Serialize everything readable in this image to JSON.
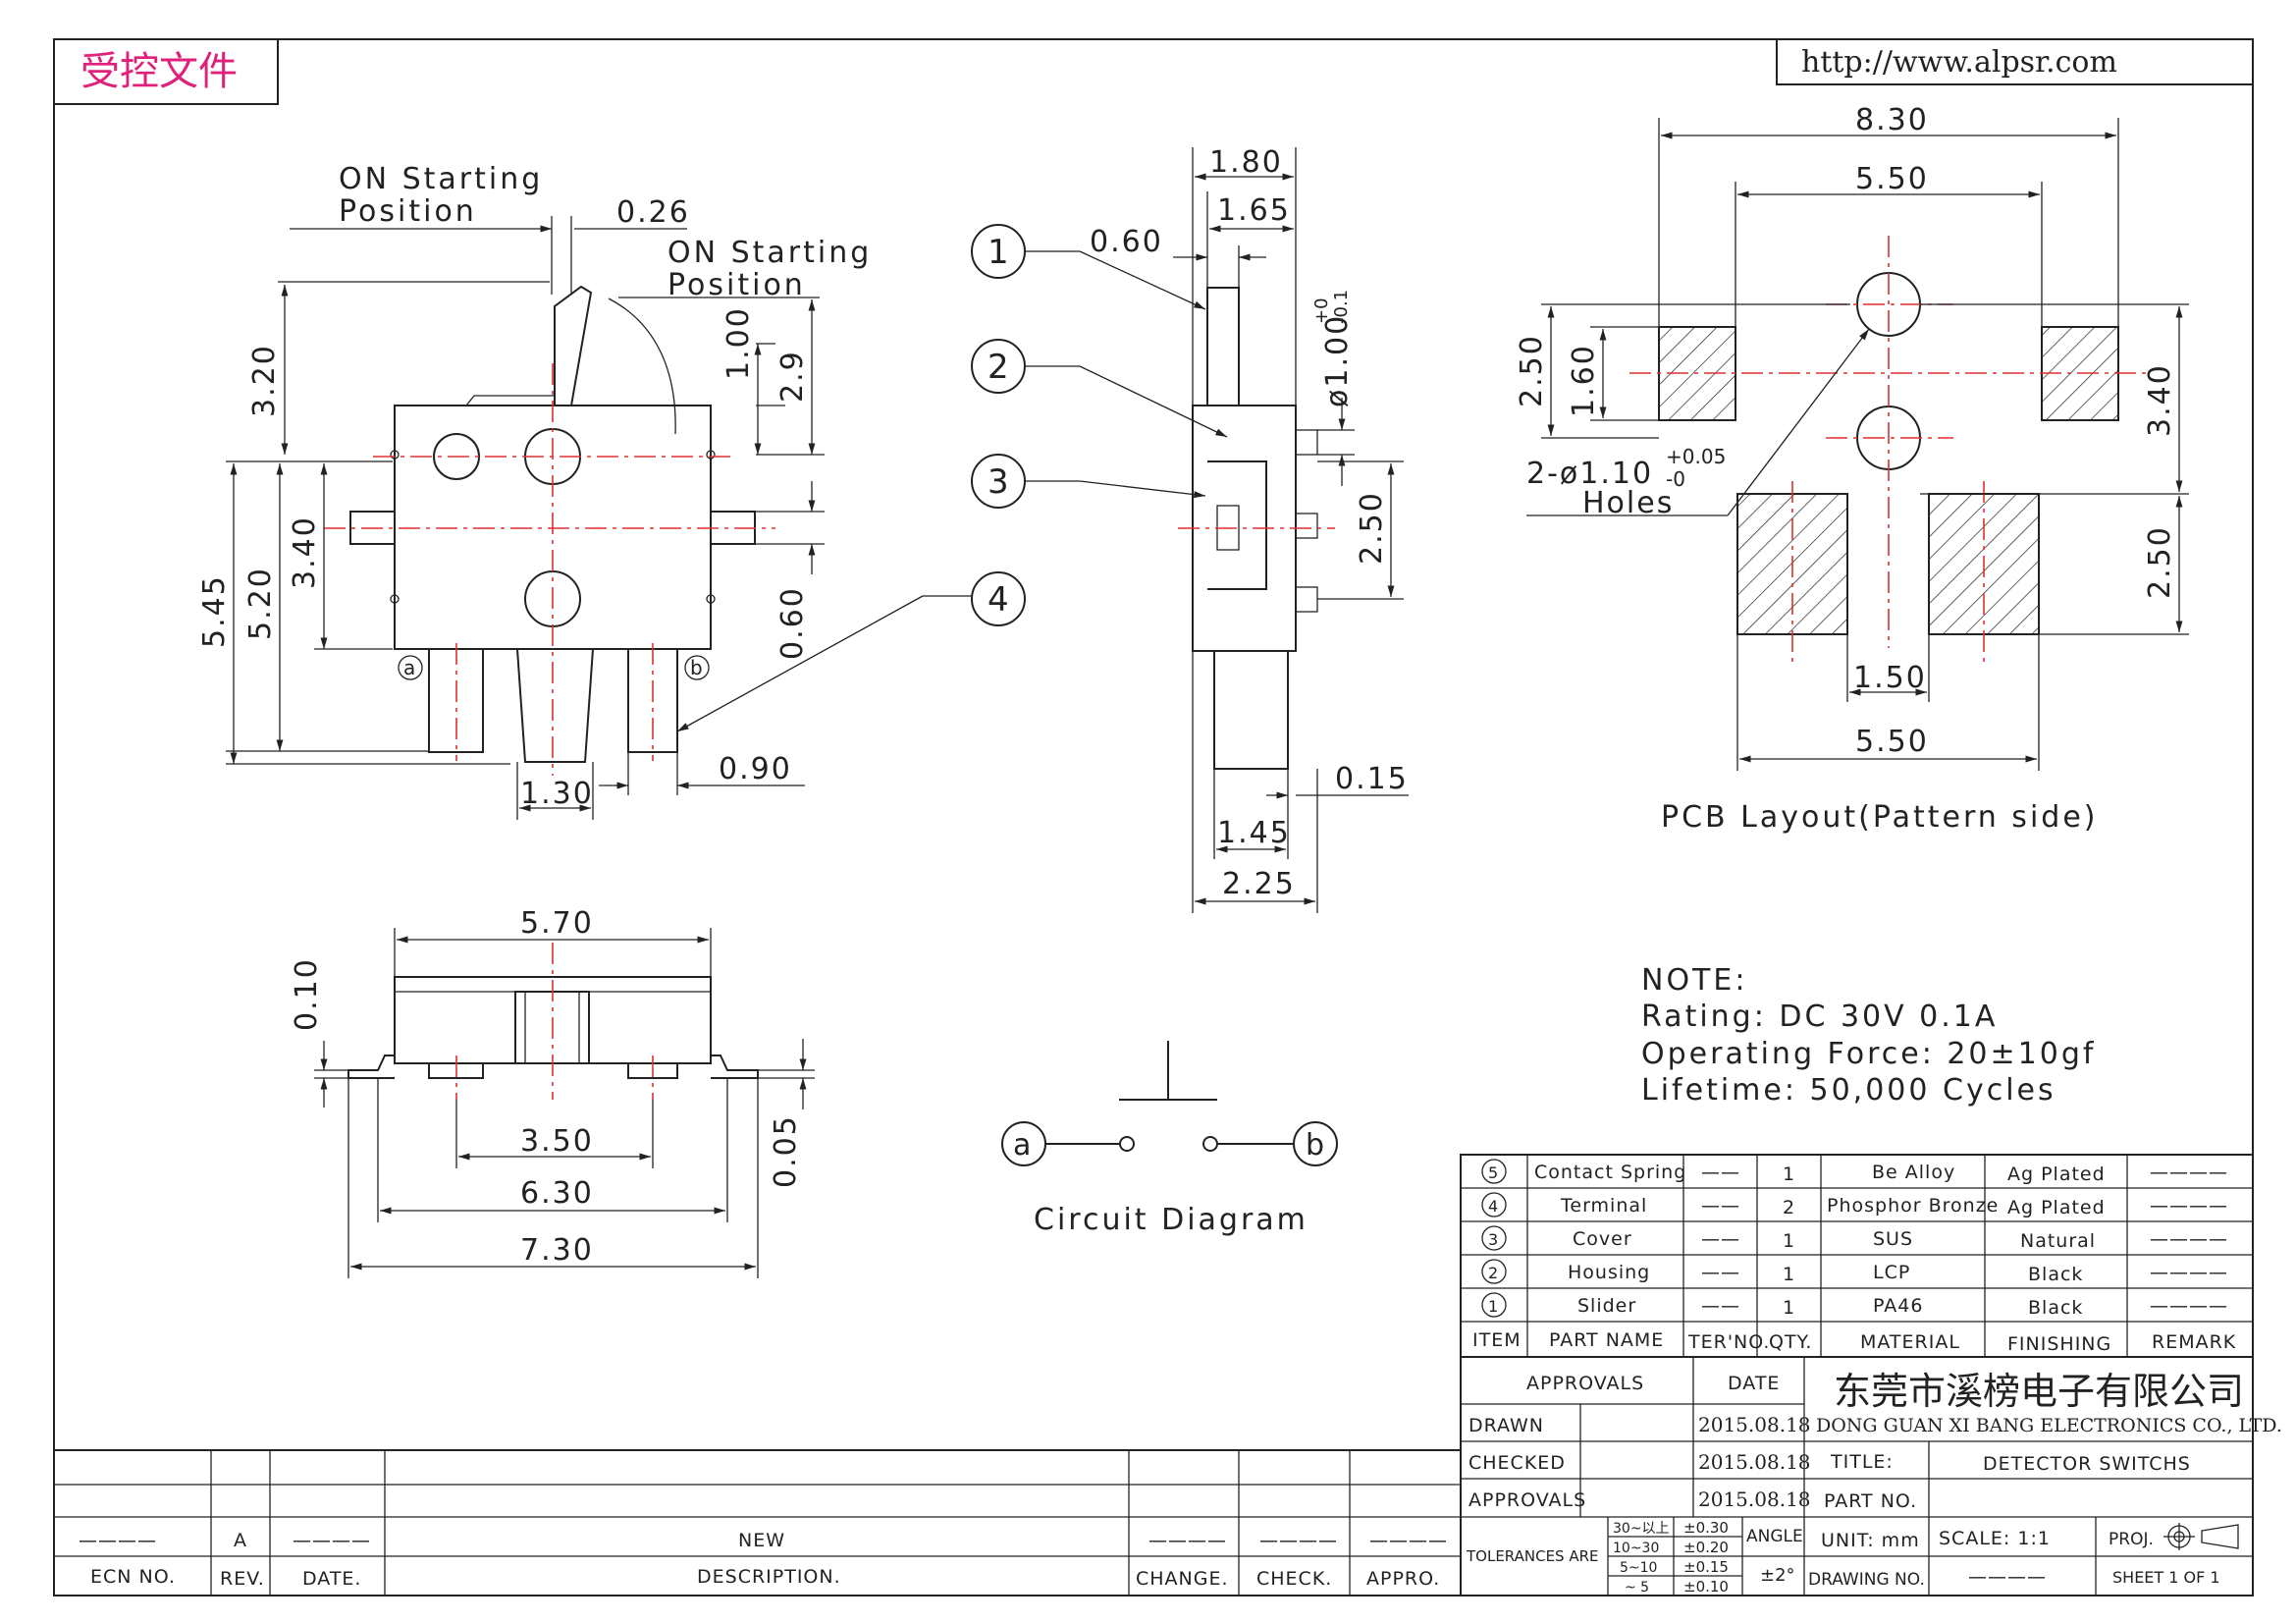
{
  "header": {
    "stamp": "受控文件",
    "url": "http://www.alpsr.com"
  },
  "front_view": {
    "on_start_1": "ON Starting",
    "position_1": "Position",
    "on_start_2": "ON Starting",
    "position_2": "Position",
    "d_026": "0.26",
    "d_320": "3.20",
    "d_100": "1.00",
    "d_29": "2.9",
    "d_545": "5.45",
    "d_520": "5.20",
    "d_340": "3.40",
    "d_060": "0.60",
    "d_130": "1.30",
    "d_090": "0.90",
    "term_a": "a",
    "term_b": "b"
  },
  "side_view": {
    "d_180": "1.80",
    "d_165": "1.65",
    "d_060": "0.60",
    "d_dia": "ø1.00",
    "tol_plus": "+0",
    "tol_minus": "-0.1",
    "d_250": "2.50",
    "d_015": "0.15",
    "d_145": "1.45",
    "d_225": "2.25",
    "callouts": [
      "1",
      "2",
      "3",
      "4"
    ]
  },
  "bottom_view": {
    "d_570": "5.70",
    "d_010": "0.10",
    "d_350": "3.50",
    "d_630": "6.30",
    "d_730": "7.30",
    "d_005": "0.05"
  },
  "pcb": {
    "d_830": "8.30",
    "d_550_top": "5.50",
    "d_250_left": "2.50",
    "d_160": "1.60",
    "d_340": "3.40",
    "d_250_right": "2.50",
    "holes_1": "2-ø1.10",
    "holes_tol_plus": "+0.05",
    "holes_tol_minus": "-0",
    "holes_2": "Holes",
    "d_150": "1.50",
    "d_550_bottom": "5.50",
    "caption": "PCB Layout(Pattern side)"
  },
  "circuit": {
    "a": "a",
    "b": "b",
    "caption": "Circuit Diagram"
  },
  "note": {
    "title": "NOTE:",
    "rating": "Rating: DC 30V 0.1A",
    "force": "Operating Force: 20±10gf",
    "life": "Lifetime:   50,000 Cycles"
  },
  "bom": {
    "rows": [
      {
        "no": "5",
        "name": "Contact Spring",
        "ter": "——",
        "qty": "1",
        "material": "Be Alloy",
        "finish": "Ag Plated",
        "remark": "————"
      },
      {
        "no": "4",
        "name": "Terminal",
        "ter": "——",
        "qty": "2",
        "material": "Phosphor Bronze",
        "finish": "Ag Plated",
        "remark": "————"
      },
      {
        "no": "3",
        "name": "Cover",
        "ter": "——",
        "qty": "1",
        "material": "SUS",
        "finish": "Natural",
        "remark": "————"
      },
      {
        "no": "2",
        "name": "Housing",
        "ter": "——",
        "qty": "1",
        "material": "LCP",
        "finish": "Black",
        "remark": "————"
      },
      {
        "no": "1",
        "name": "Slider",
        "ter": "——",
        "qty": "1",
        "material": "PA46",
        "finish": "Black",
        "remark": "————"
      }
    ],
    "headers": {
      "item": "ITEM",
      "name": "PART NAME",
      "ter": "TER'NO.",
      "qty": "QTY.",
      "material": "MATERIAL",
      "finish": "FINISHING",
      "remark": "REMARK"
    }
  },
  "title_block": {
    "approvals_hdr": "APPROVALS",
    "date_hdr": "DATE",
    "company_cn": "东莞市溪榜电子有限公司",
    "company_en": "DONG GUAN XI BANG ELECTRONICS CO., LTD.",
    "drawn": "DRAWN",
    "drawn_date": "2015.08.18",
    "checked": "CHECKED",
    "checked_date": "2015.08.18",
    "approvals": "APPROVALS",
    "approvals_date": "2015.08.18",
    "title_lbl": "TITLE:",
    "title_val": "DETECTOR SWITCHS",
    "part_no_lbl": "PART NO.",
    "tolerances": "TOLERANCES ARE",
    "tol_ranges": [
      "30~以上",
      "10~30",
      "5~10",
      "~ 5"
    ],
    "tol_values": [
      "±0.30",
      "±0.20",
      "±0.15",
      "±0.10"
    ],
    "angle_lbl": "ANGLE",
    "angle_val": "±2°",
    "unit": "UNIT: mm",
    "scale": "SCALE:  1:1",
    "proj": "PROJ.",
    "drawing_no": "DRAWING NO.",
    "drawing_no_val": "————",
    "sheet": "SHEET   1 OF 1"
  },
  "revision_block": {
    "row_vals": [
      "————",
      "A",
      "————",
      "NEW",
      "————",
      "————",
      "————"
    ],
    "headers": [
      "ECN NO.",
      "REV.",
      "DATE.",
      "DESCRIPTION.",
      "CHANGE.",
      "CHECK.",
      "APPRO."
    ]
  }
}
